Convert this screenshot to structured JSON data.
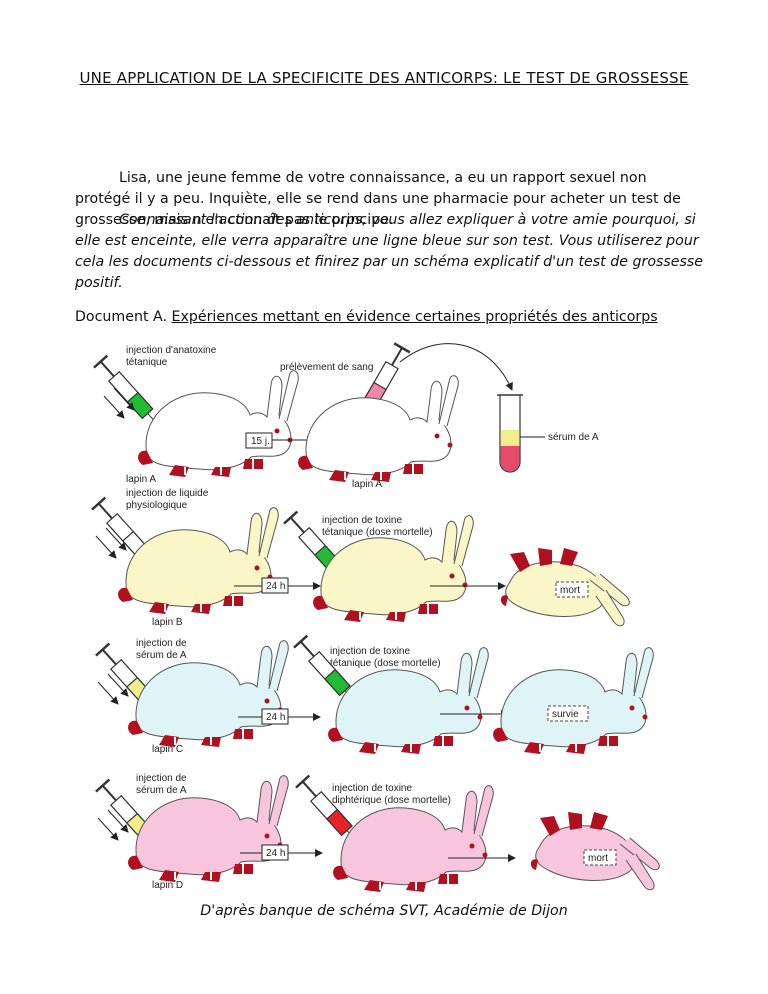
{
  "title": "UNE APPLICATION DE LA SPECIFICITE DES ANTICORPS: LE TEST DE GROSSESSE",
  "paragraphs": {
    "intro": "Lisa, une jeune femme de votre connaissance, a eu un rapport sexuel non protégé il y a peu. Inquiète, elle se rend dans une pharmacie pour acheter un test de grossesse, mais n'en connaît pas le principe.",
    "task": "Connaissant l'action des anticorps, vous allez expliquer à votre amie pourquoi, si elle est enceinte, elle verra apparaître une ligne bleue sur son test. Vous utiliserez pour cela les documents ci-dessous et finirez par un schéma explicatif d'un test de grossesse positif."
  },
  "document": {
    "prefix": "Document A.",
    "heading": "Expériences mettant en évidence certaines propriétés des anticorps"
  },
  "figure": {
    "row_a": {
      "injection_1": "injection d'anatoxine",
      "injection_2": "tétanique",
      "delay": "15 j.",
      "rabbit_1": "lapin A",
      "sampling": "prélèvement de sang",
      "rabbit_2": "lapin A",
      "serum": "sérum de A"
    },
    "row_b": {
      "injection_1": "injection de liquide",
      "injection_2": "physiologique",
      "delay": "24 h",
      "toxin_1": "injection de toxine",
      "toxin_2": "tétanique (dose mortelle)",
      "rabbit": "lapin B",
      "outcome": "mort"
    },
    "row_c": {
      "injection_1": "injection de",
      "injection_2": "sérum de A",
      "delay": "24 h",
      "toxin_1": "injection de toxine",
      "toxin_2": "tétanique (dose mortelle)",
      "rabbit": "lapin C",
      "outcome": "survie"
    },
    "row_d": {
      "injection_1": "injection de",
      "injection_2": "sérum de A",
      "delay": "24 h",
      "toxin_1": "injection de toxine",
      "toxin_2": "diphtérique (dose mortelle)",
      "rabbit": "lapin D",
      "outcome": "mort"
    },
    "colors": {
      "rabbit_a": "#ffffff",
      "rabbit_b": "#fbf6c8",
      "rabbit_c": "#dff4f7",
      "rabbit_d": "#f8c6dc",
      "paws": "#b01020",
      "anatoxin": "#22bb33",
      "blood": "#ee88aa",
      "serum": "#f2ee8c",
      "diphtheria": "#e8232a"
    }
  },
  "source": "D'après banque de schéma SVT, Académie de Dijon"
}
